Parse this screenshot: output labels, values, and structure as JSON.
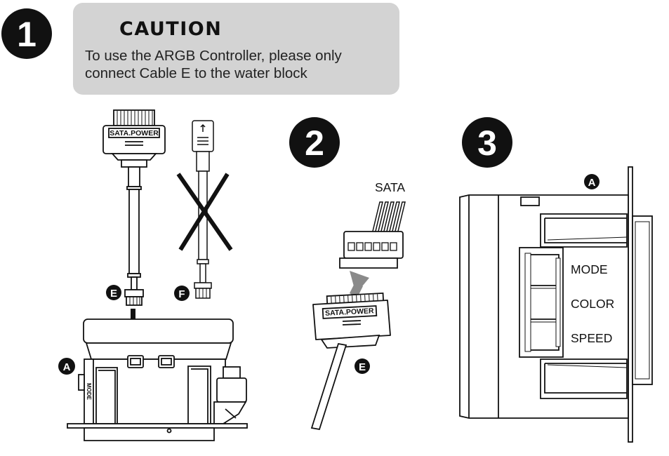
{
  "steps": [
    "1",
    "2",
    "3"
  ],
  "caution": {
    "icon": "warning-triangle-icon",
    "title": "CAUTION",
    "line1": "To use the ARGB Controller, please only",
    "line2": "connect Cable E to the water block"
  },
  "callouts": {
    "a": "A",
    "e": "E",
    "f": "F"
  },
  "connectors": {
    "sata_power": "SATA.POWER",
    "sata": "SATA",
    "mode_vertical": "MODE"
  },
  "buttons": {
    "mode": "MODE",
    "color": "COLOR",
    "speed": "SPEED"
  }
}
